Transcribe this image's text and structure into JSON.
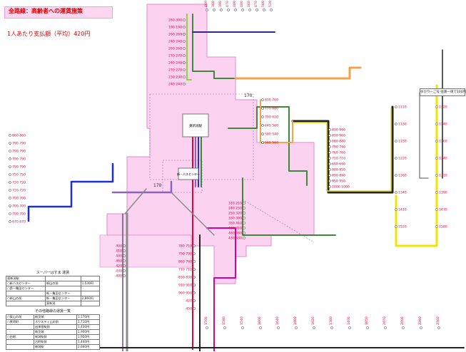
{
  "headline": "全路線：高齢者への運賃施策",
  "subhead": "1人あたり支払額（平均）420円",
  "colors": {
    "zone_fill": "#fbd3f0",
    "zone_stroke": "#e08ad0",
    "fare_red": "#e8003c",
    "line_green": "#3a8a3a",
    "line_blue": "#1d2fd8",
    "line_yellow": "#f3e400",
    "line_orange": "#f5a34a",
    "line_dark": "#222222",
    "line_magenta": "#d400a6",
    "line_purple": "#8a64b8",
    "line_lime": "#8fd23a",
    "line_gray": "#8a8a8a",
    "line_brown": "#8a4a00"
  },
  "center": {
    "hub_label": "東新潟駅",
    "terminal_label": "新・バスセンター",
    "zone_number_top": "170",
    "zone_number_left": "170"
  },
  "note": "ゆかりーご号 往路一律で100円",
  "stop_fares": {
    "west": [
      "860 860",
      "790 790",
      "790 790",
      "790 790",
      "790 790",
      "750 750",
      "720 720",
      "720 720",
      "700 700",
      "700 700",
      "700 700",
      "670 670"
    ],
    "top_left": [
      "280 300",
      "190 190",
      "260 260",
      "240 240",
      "260 260",
      "270 270",
      "240 240",
      "270 270",
      "230 230",
      "240 240"
    ],
    "top_row": [
      "400",
      "360",
      "390",
      "470",
      "400",
      "400",
      "460",
      "470",
      "500",
      "530"
    ],
    "northeast": [
      "830 760",
      "770 680",
      "700 620",
      "640 560",
      "580 540",
      "560 560"
    ],
    "east_ring": [
      "890 990",
      "890 960",
      "880 880",
      "790 790",
      "760 760",
      "710 710",
      "690 690",
      "800 850",
      "890 890",
      "950 950",
      "1000 1000"
    ],
    "far_east": [
      "1110",
      "1120",
      "1130",
      "1140",
      "1150",
      "1160",
      "1220",
      "1240",
      "1260",
      "1310",
      "1340",
      "1390",
      "1410",
      "1470",
      "1520",
      "1580"
    ],
    "south_center": [
      "780 710",
      "790 790",
      "860 760",
      "710 710",
      "830 830",
      "910 910",
      "960 950",
      "420",
      "450"
    ],
    "south_bottom": [
      "1500",
      "1580",
      "1540",
      "1600",
      "1640",
      "1680",
      "1620",
      "1380",
      "1400",
      "1850",
      "2070",
      "2000",
      "2280",
      "2360"
    ],
    "south_mid": [
      "310 210",
      "240 250",
      "250 320",
      "330 390",
      "350 410",
      "410 410",
      "480 480",
      "430 430"
    ],
    "left_lower": [
      "400",
      "410",
      "440",
      "460",
      "420",
      "430",
      "480"
    ]
  },
  "tables": {
    "table1_title": "スーパーはすま 運賃",
    "table1_rows": [
      [
        "東新潟駅",
        "",
        ""
      ],
      [
        "○新バスセンター",
        "新山の前",
        "1,530円"
      ],
      [
        "○第一亀田センター",
        "",
        ""
      ],
      [
        "",
        "新・亀田センター",
        ""
      ],
      [
        "○新山の前",
        "新・亀田センター",
        "2,860円"
      ],
      [
        "",
        "東新潟",
        ""
      ]
    ],
    "table2_title": "その他路線の運賃一覧",
    "table2_rows": [
      [
        "○東山の前",
        "新茨城",
        "1,170円"
      ],
      [
        "○黒埼町",
        "ネクスティ山の前",
        "1,710円"
      ],
      [
        "",
        "出来島駅前",
        "1,430円"
      ],
      [
        "",
        "新茨城",
        "1,900円"
      ],
      [
        "○白根",
        "新潟駅前",
        "1,950円"
      ],
      [
        "",
        "古町駅前",
        "1,440円"
      ],
      [
        "",
        "新潟駅",
        "2,660円"
      ]
    ]
  }
}
